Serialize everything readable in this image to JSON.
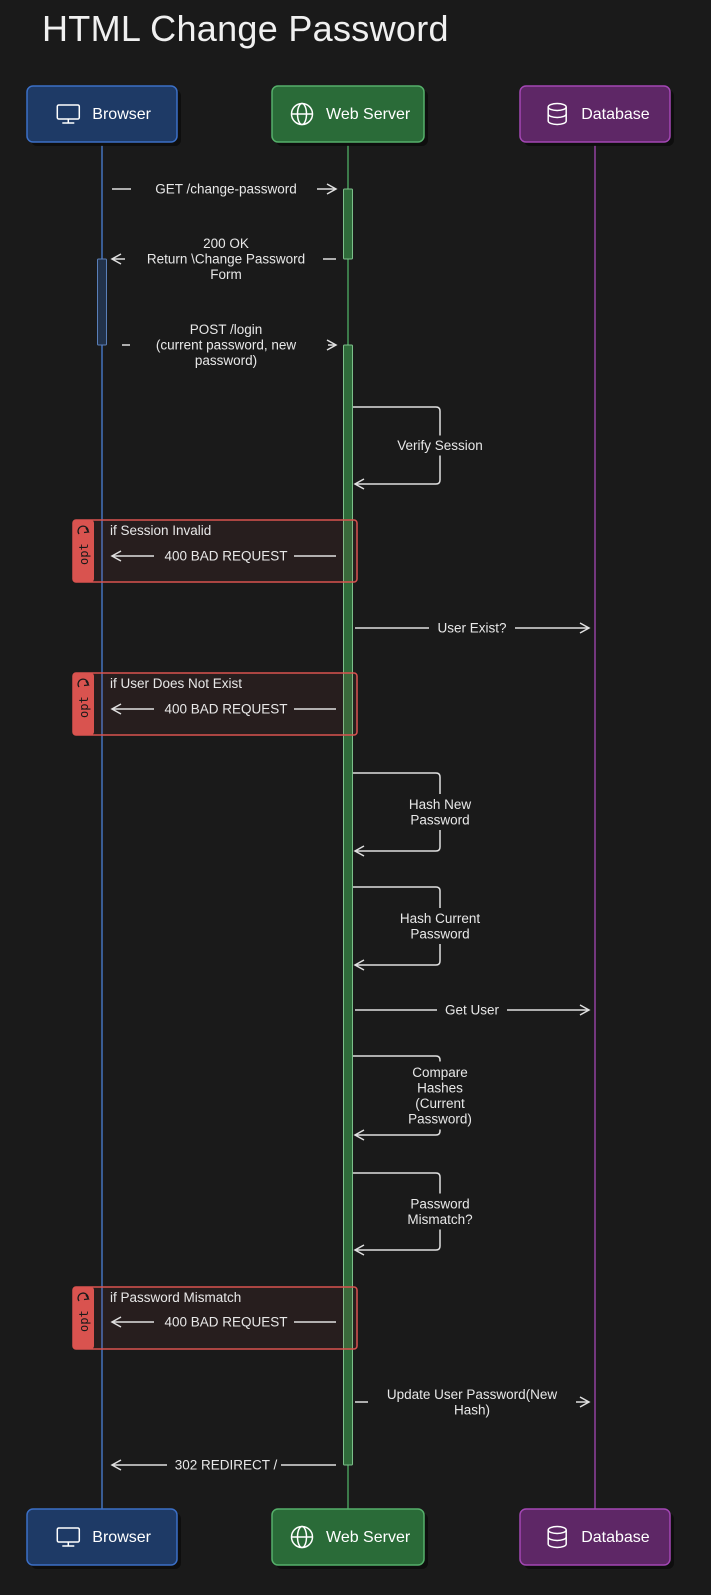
{
  "title": "HTML Change Password",
  "actors": {
    "browser": {
      "label": "Browser",
      "icon": "monitor-icon",
      "fill": "#1e3a66",
      "stroke": "#3b6fc6",
      "line": "#4a7fd6"
    },
    "server": {
      "label": "Web Server",
      "icon": "globe-icon",
      "fill": "#2a6b38",
      "stroke": "#55b06a",
      "line": "#4fae64"
    },
    "database": {
      "label": "Database",
      "icon": "database-icon",
      "fill": "#5e2766",
      "stroke": "#a347b4",
      "line": "#a347b4"
    }
  },
  "messages": [
    {
      "id": "m1",
      "text": [
        "GET /change-password"
      ]
    },
    {
      "id": "m2",
      "text": [
        "200 OK",
        "Return \\Change Password",
        "Form"
      ]
    },
    {
      "id": "m3",
      "text": [
        "POST /login",
        "(current password, new",
        "password)"
      ]
    },
    {
      "id": "m4",
      "text": [
        "Verify Session"
      ]
    },
    {
      "id": "m5",
      "text": [
        "400 BAD REQUEST"
      ]
    },
    {
      "id": "m6",
      "text": [
        "User Exist?"
      ]
    },
    {
      "id": "m7",
      "text": [
        "400 BAD REQUEST"
      ]
    },
    {
      "id": "m8",
      "text": [
        "Hash New",
        "Password"
      ]
    },
    {
      "id": "m9",
      "text": [
        "Hash Current",
        "Password"
      ]
    },
    {
      "id": "m10",
      "text": [
        "Get User"
      ]
    },
    {
      "id": "m11",
      "text": [
        "Compare",
        "Hashes",
        "(Current",
        "Password)"
      ]
    },
    {
      "id": "m12",
      "text": [
        "Password",
        "Mismatch?"
      ]
    },
    {
      "id": "m13",
      "text": [
        "400 BAD REQUEST"
      ]
    },
    {
      "id": "m14",
      "text": [
        "Update User Password(New",
        "Hash)"
      ]
    },
    {
      "id": "m15",
      "text": [
        "302 REDIRECT /"
      ]
    }
  ],
  "opt_blocks": [
    {
      "keyword": "opt",
      "condition": "if Session Invalid"
    },
    {
      "keyword": "opt",
      "condition": "if User Does Not Exist"
    },
    {
      "keyword": "opt",
      "condition": "if Password Mismatch"
    }
  ],
  "colors": {
    "arrow": "#e0e0e0",
    "opt_stroke": "#d9534f",
    "opt_fill": "rgba(217,83,79,0.07)",
    "activation": "#2f6b3a"
  }
}
